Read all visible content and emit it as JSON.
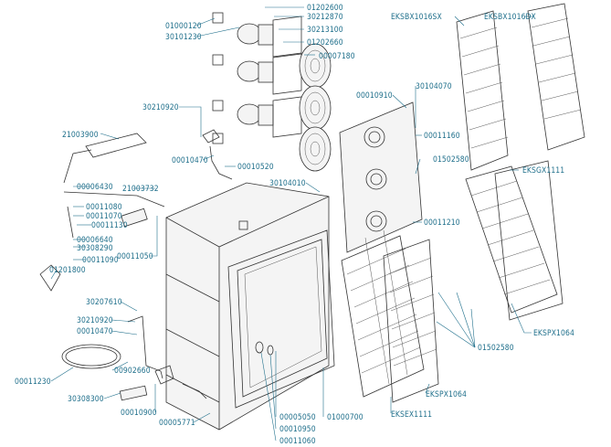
{
  "labels": {
    "l01000120": "01000120",
    "l30101230": "30101230",
    "l01202600": "01202600",
    "l30212870": "30212870",
    "l30213100": "30213100",
    "l01202660": "01202660",
    "l00007180": "00007180",
    "l30210920a": "30210920",
    "l21003900": "21003900",
    "l00010470a": "00010470",
    "l00010520": "00010520",
    "l00010910": "00010910",
    "l30104070": "30104070",
    "l00011160": "00011160",
    "l01502580a": "01502580",
    "l30104010": "30104010",
    "l00006430": "00006430",
    "l21003732": "21003732",
    "l00011080": "00011080",
    "l00011070": "00011070",
    "l00011130": "00011130",
    "l00006640": "00006640",
    "l30308290": "30308290",
    "l00011090": "00011090",
    "l00011050": "00011050",
    "l01201800": "01201800",
    "l00011210": "00011210",
    "lEKSBX1016SX": "EKSBX1016SX",
    "lEKSBX1016DX": "EKSBX1016DX",
    "lEKSGX1111": "EKSGX1111",
    "lEKSPX1064a": "EKSPX1064",
    "l01502580b": "01502580",
    "lEKSPX1064b": "EKSPX1064",
    "lEKSEX1111": "EKSEX1111",
    "l30207610": "30207610",
    "l30210920b": "30210920",
    "l00010470b": "00010470",
    "l00902660": "00902660",
    "l00011230": "00011230",
    "l30308300": "30308300",
    "l00010900": "00010900",
    "l00005771": "00005771",
    "l00005050": "00005050",
    "l00010950": "00010950",
    "l00011060": "00011060",
    "l01000700": "01000700"
  }
}
